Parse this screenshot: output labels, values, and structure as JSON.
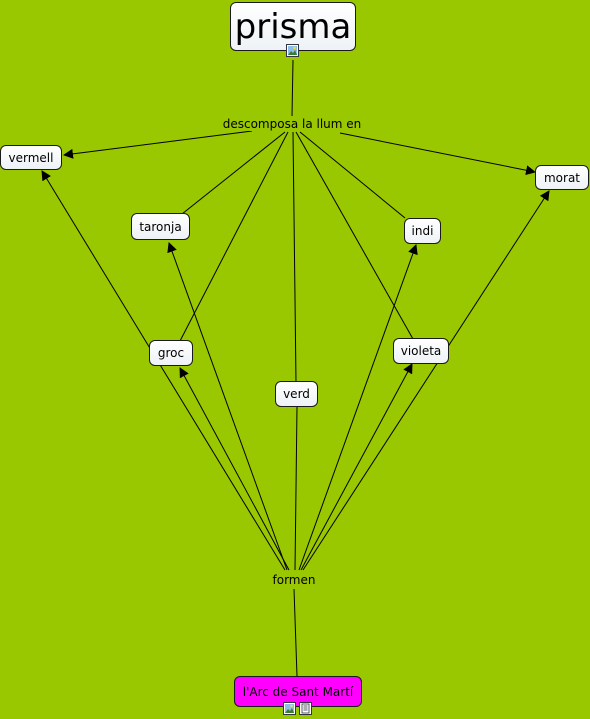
{
  "concepts": {
    "prisma": "prisma",
    "vermell": "vermell",
    "taronja": "taronja",
    "groc": "groc",
    "verd": "verd",
    "indi": "indi",
    "violeta": "violeta",
    "morat": "morat",
    "arc": "l'Arc de Sant Martí"
  },
  "links": {
    "descompon": "descomposa la llum en",
    "formen": "formen"
  },
  "icons": [
    "image-resource-icon",
    "image-resource-icon",
    "document-resource-icon"
  ],
  "colors": {
    "background": "#99c700",
    "highlight_node": "#ff00ff",
    "line": "#000000"
  }
}
